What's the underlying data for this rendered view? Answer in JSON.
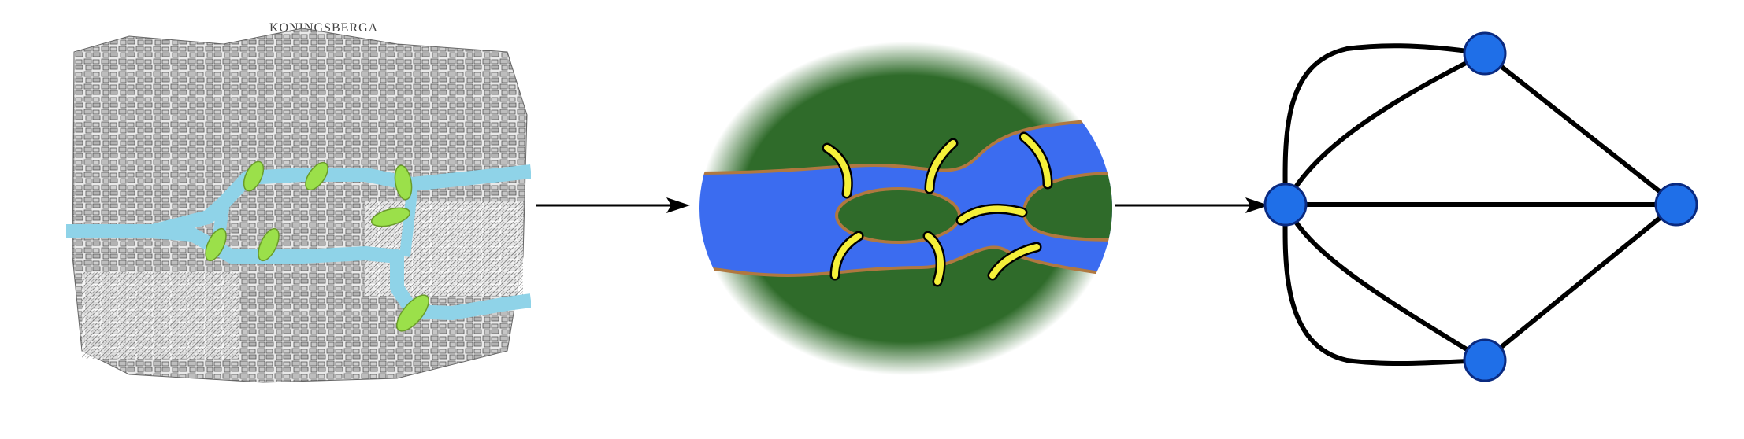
{
  "map": {
    "title": "KONINGSBERGA",
    "river_color": "#8fd3e8",
    "bridge_color": "#9be04a",
    "bridge_count": 7
  },
  "abstract": {
    "land_color": "#2f6b2a",
    "water_color": "#3b6cf0",
    "shore_color": "#b07840",
    "bridge_color": "#f5f03a",
    "bridge_count": 7
  },
  "graph": {
    "node_color": "#1f6fe8",
    "edge_color": "#000000",
    "nodes": [
      "north",
      "west",
      "east",
      "south"
    ],
    "edges": [
      [
        "west",
        "north"
      ],
      [
        "west",
        "north"
      ],
      [
        "west",
        "south"
      ],
      [
        "west",
        "south"
      ],
      [
        "west",
        "east"
      ],
      [
        "north",
        "east"
      ],
      [
        "south",
        "east"
      ]
    ]
  },
  "icons": [
    "right-arrow-icon",
    "right-arrow-icon"
  ]
}
